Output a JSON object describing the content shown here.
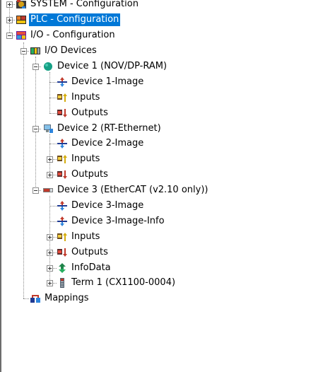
{
  "tree": {
    "nodes": [
      {
        "id": "system",
        "label": "SYSTEM - Configuration",
        "icon": "system-config-icon",
        "expander": "plus",
        "selected": false
      },
      {
        "id": "plc",
        "label": "PLC - Configuration",
        "icon": "plc-config-icon",
        "expander": "plus",
        "selected": true
      },
      {
        "id": "io",
        "label": "I/O - Configuration",
        "icon": "io-config-icon",
        "expander": "minus",
        "selected": false
      },
      {
        "id": "io-devices",
        "label": "I/O Devices",
        "icon": "io-devices-icon",
        "expander": "minus",
        "selected": false
      },
      {
        "id": "device1",
        "label": "Device 1 (NOV/DP-RAM)",
        "icon": "green-circle-device-icon",
        "expander": "minus",
        "selected": false
      },
      {
        "id": "device1-image",
        "label": "Device 1-Image",
        "icon": "process-image-icon",
        "expander": "none",
        "selected": false
      },
      {
        "id": "device1-inputs",
        "label": "Inputs",
        "icon": "inputs-icon",
        "expander": "none",
        "selected": false
      },
      {
        "id": "device1-outputs",
        "label": "Outputs",
        "icon": "outputs-icon",
        "expander": "none",
        "selected": false
      },
      {
        "id": "device2",
        "label": "Device 2 (RT-Ethernet)",
        "icon": "network-adapter-icon",
        "expander": "minus",
        "selected": false
      },
      {
        "id": "device2-image",
        "label": "Device 2-Image",
        "icon": "process-image-icon",
        "expander": "none",
        "selected": false
      },
      {
        "id": "device2-inputs",
        "label": "Inputs",
        "icon": "inputs-icon",
        "expander": "plus",
        "selected": false
      },
      {
        "id": "device2-outputs",
        "label": "Outputs",
        "icon": "outputs-icon",
        "expander": "plus",
        "selected": false
      },
      {
        "id": "device3",
        "label": "Device 3 (EtherCAT (v2.10 only))",
        "icon": "ethercat-device-icon",
        "expander": "minus",
        "selected": false
      },
      {
        "id": "device3-image",
        "label": "Device 3-Image",
        "icon": "process-image-icon",
        "expander": "none",
        "selected": false
      },
      {
        "id": "device3-image-info",
        "label": "Device 3-Image-Info",
        "icon": "process-image-icon",
        "expander": "none",
        "selected": false
      },
      {
        "id": "device3-inputs",
        "label": "Inputs",
        "icon": "inputs-icon",
        "expander": "plus",
        "selected": false
      },
      {
        "id": "device3-outputs",
        "label": "Outputs",
        "icon": "outputs-icon",
        "expander": "plus",
        "selected": false
      },
      {
        "id": "device3-infodata",
        "label": "InfoData",
        "icon": "infodata-icon",
        "expander": "plus",
        "selected": false
      },
      {
        "id": "term1",
        "label": "Term 1 (CX1100-0004)",
        "icon": "terminal-icon",
        "expander": "plus",
        "selected": false
      },
      {
        "id": "mappings",
        "label": "Mappings",
        "icon": "mappings-icon",
        "expander": "none",
        "selected": false
      }
    ]
  },
  "colors": {
    "selection": "#0078d7",
    "selection_text": "#ffffff"
  }
}
